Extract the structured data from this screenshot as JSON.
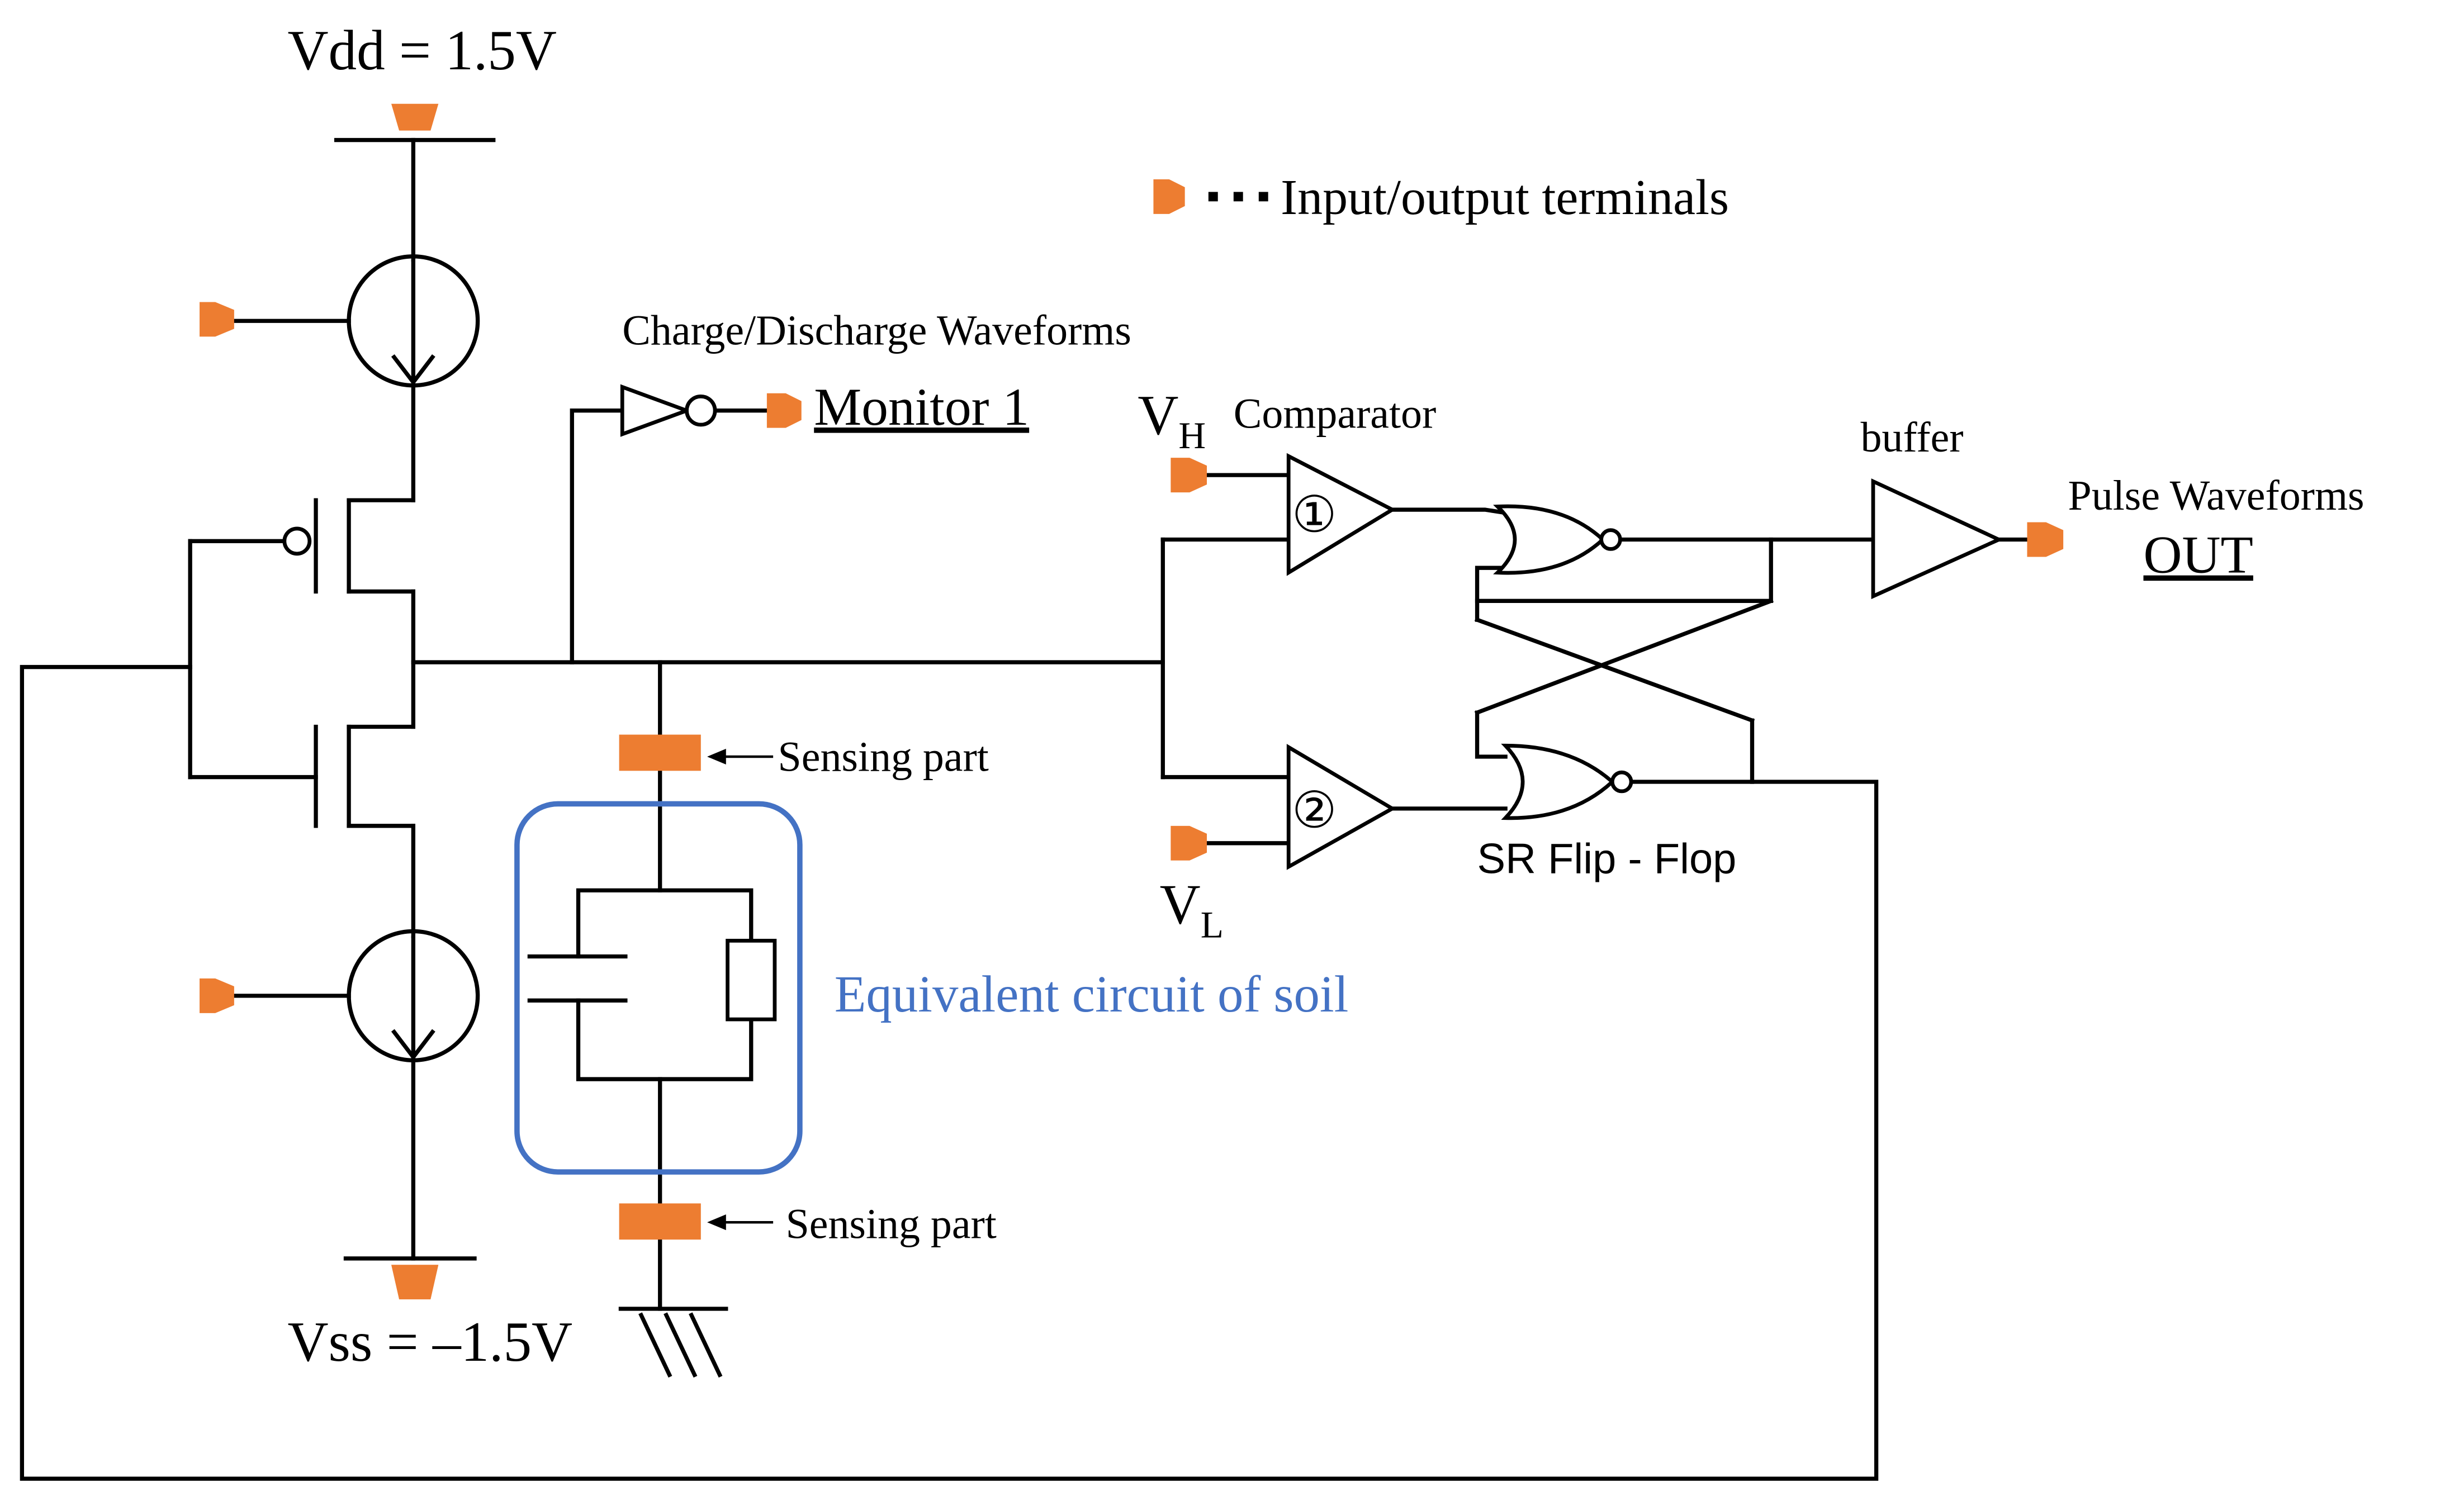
{
  "labels": {
    "vdd": "Vdd = 1.5V",
    "vss": "Vss = –1.5V",
    "legend": "Input/output terminals",
    "charge_discharge": "Charge/Discharge Waveforms",
    "monitor": "Monitor 1",
    "vh_main": "V",
    "vh_sub": "H",
    "comparator": "Comparator",
    "vl_main": "V",
    "vl_sub": "L",
    "comp1": "①",
    "comp2": "②",
    "buffer": "buffer",
    "pulse": "Pulse Waveforms",
    "out": "OUT",
    "sr_ff": "SR Flip - Flop",
    "sensing_top": "Sensing part",
    "sensing_bottom": "Sensing part",
    "soil": "Equivalent circuit of soil"
  },
  "colors": {
    "terminal": "#ED7D31",
    "soil_box": "#4472C4",
    "wire": "#000000"
  }
}
